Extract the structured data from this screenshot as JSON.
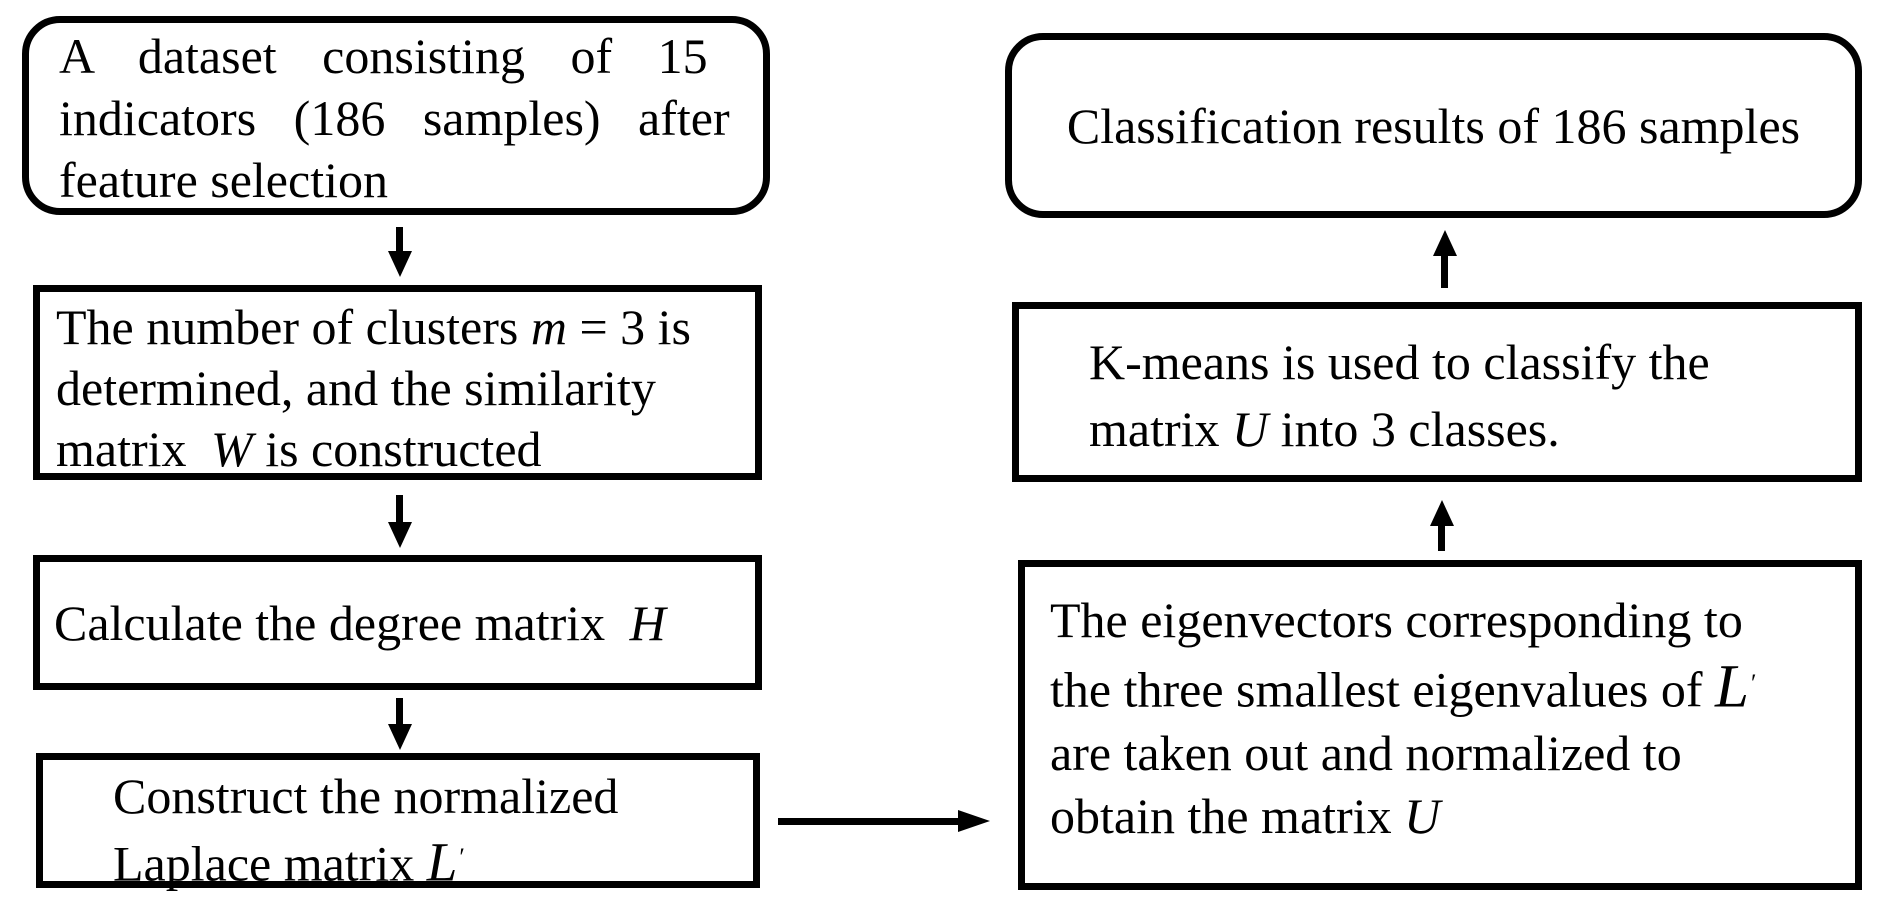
{
  "colors": {
    "ink": "#000000",
    "paper": "#ffffff"
  },
  "flowchart": {
    "left": {
      "dataset": {
        "line1": "A dataset consisting of 15",
        "line2": "indicators (186 samples) after",
        "line3": "feature selection"
      },
      "clusters": {
        "line1_pre": "The number of clusters ",
        "line1_var": "m",
        "line1_post": " = 3 is",
        "line2": "determined, and the similarity",
        "line3_pre": "matrix ",
        "line3_var": "W",
        "line3_post": " is constructed"
      },
      "degree": {
        "pre": "Calculate the degree matrix ",
        "var": "H"
      },
      "laplace": {
        "line1": "Construct the normalized",
        "line2_pre": "Laplace matrix ",
        "line2_var": "L",
        "line2_prime": "′"
      }
    },
    "right": {
      "results": {
        "text": "Classification results of 186 samples"
      },
      "kmeans": {
        "line1": "K-means is used to classify the",
        "line2_pre": "matrix ",
        "line2_var": "U",
        "line2_post": " into 3 classes."
      },
      "eigen": {
        "line1": "The eigenvectors corresponding to",
        "line2_pre": "the three smallest eigenvalues of ",
        "line2_var": "L",
        "line2_prime": "′",
        "line3": "are taken out and normalized to",
        "line4_pre": "obtain the matrix ",
        "line4_var": "U"
      }
    }
  }
}
